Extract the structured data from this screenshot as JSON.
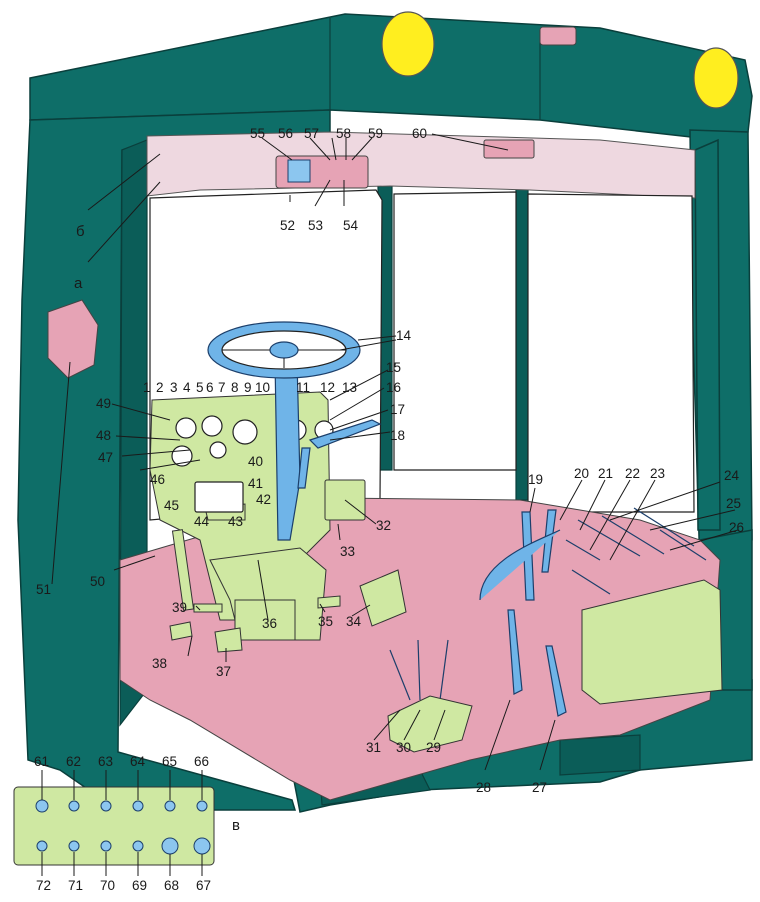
{
  "diagram": {
    "colors": {
      "cab": "#0e6e68",
      "floor": "#e6a3b5",
      "headliner": "#eed8e0",
      "console": "#cfe8a2",
      "controls": "#6fb4e8",
      "lamps": "#ffee1f"
    },
    "labels": {
      "l1": "1",
      "l2": "2",
      "l3": "3",
      "l4": "4",
      "l5": "5",
      "l6": "6",
      "l7": "7",
      "l8": "8",
      "l9": "9",
      "l10": "10",
      "l11": "11",
      "l12": "12",
      "l13": "13",
      "l14": "14",
      "l15": "15",
      "l16": "16",
      "l17": "17",
      "l18": "18",
      "l19": "19",
      "l20": "20",
      "l21": "21",
      "l22": "22",
      "l23": "23",
      "l24": "24",
      "l25": "25",
      "l26": "26",
      "l27": "27",
      "l28": "28",
      "l29": "29",
      "l30": "30",
      "l31": "31",
      "l32": "32",
      "l33": "33",
      "l34": "34",
      "l35": "35",
      "l36": "36",
      "l37": "37",
      "l38": "38",
      "l39": "39",
      "l40": "40",
      "l41": "41",
      "l42": "42",
      "l43": "43",
      "l44": "44",
      "l45": "45",
      "l46": "46",
      "l47": "47",
      "l48": "48",
      "l49": "49",
      "l50": "50",
      "l51": "51",
      "l52": "52",
      "l53": "53",
      "l54": "54",
      "l55": "55",
      "l56": "56",
      "l57": "57",
      "l58": "58",
      "l59": "59",
      "l60": "60",
      "l61": "61",
      "l62": "62",
      "l63": "63",
      "l64": "64",
      "l65": "65",
      "l66": "66",
      "l67": "67",
      "l68": "68",
      "l69": "69",
      "l70": "70",
      "l71": "71",
      "l72": "72",
      "la": "а",
      "lb": "б",
      "lv": "в"
    }
  }
}
